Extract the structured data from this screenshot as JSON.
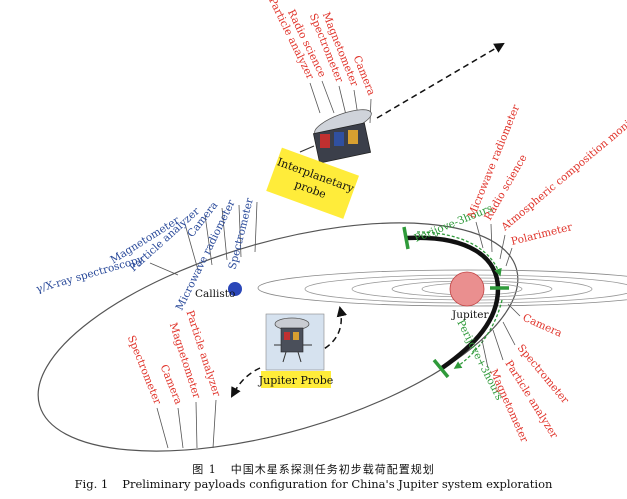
{
  "colors": {
    "red_label": "#e0332a",
    "blue_label": "#2a4a9a",
    "green": "#2f9a3a",
    "yellow_box": "#ffec3a",
    "orbit_line": "#444444",
    "jupiter_fill": "#ea8f8f",
    "callisto_fill": "#2a46b8"
  },
  "icons": {
    "spacecraft": "spacecraft-icon",
    "probe": "probe-icon"
  },
  "interplanetary": {
    "box_label": "Interplanetary probe",
    "instruments": [
      "Particle analyzer",
      "Radio science",
      "Spectrometer",
      "Magnetometer",
      "Camera"
    ]
  },
  "orbiter": {
    "instruments": [
      "γ/X-ray spectroscopy",
      "Magnetometer",
      "Particle analyzer",
      "Camera",
      "Microwave radiometer",
      "Spectrometer"
    ]
  },
  "jupiter_payload": {
    "instruments": [
      "Microwave radiometer",
      "Radio science",
      "Atmospheric composition monitor",
      "Polarimeter",
      "Camera",
      "Spectrometer",
      "Particle analyzer",
      "Magnetometer"
    ]
  },
  "probe_payload": {
    "box_label": "Jupiter Probe",
    "instruments": [
      "Spectrometer",
      "Camera",
      "Magnetometer",
      "Particle analyzer"
    ]
  },
  "bodies": {
    "callisto": "Callisto",
    "jupiter": "Jupiter"
  },
  "perijove": {
    "before": "Perijove-3hours",
    "after": "Perijove+3hours"
  },
  "caption": {
    "cn_number": "图 1",
    "cn_text": "中国木星系探测任务初步载荷配置规划",
    "en_number": "Fig. 1",
    "en_text": "Preliminary payloads configuration for China's Jupiter system exploration"
  }
}
